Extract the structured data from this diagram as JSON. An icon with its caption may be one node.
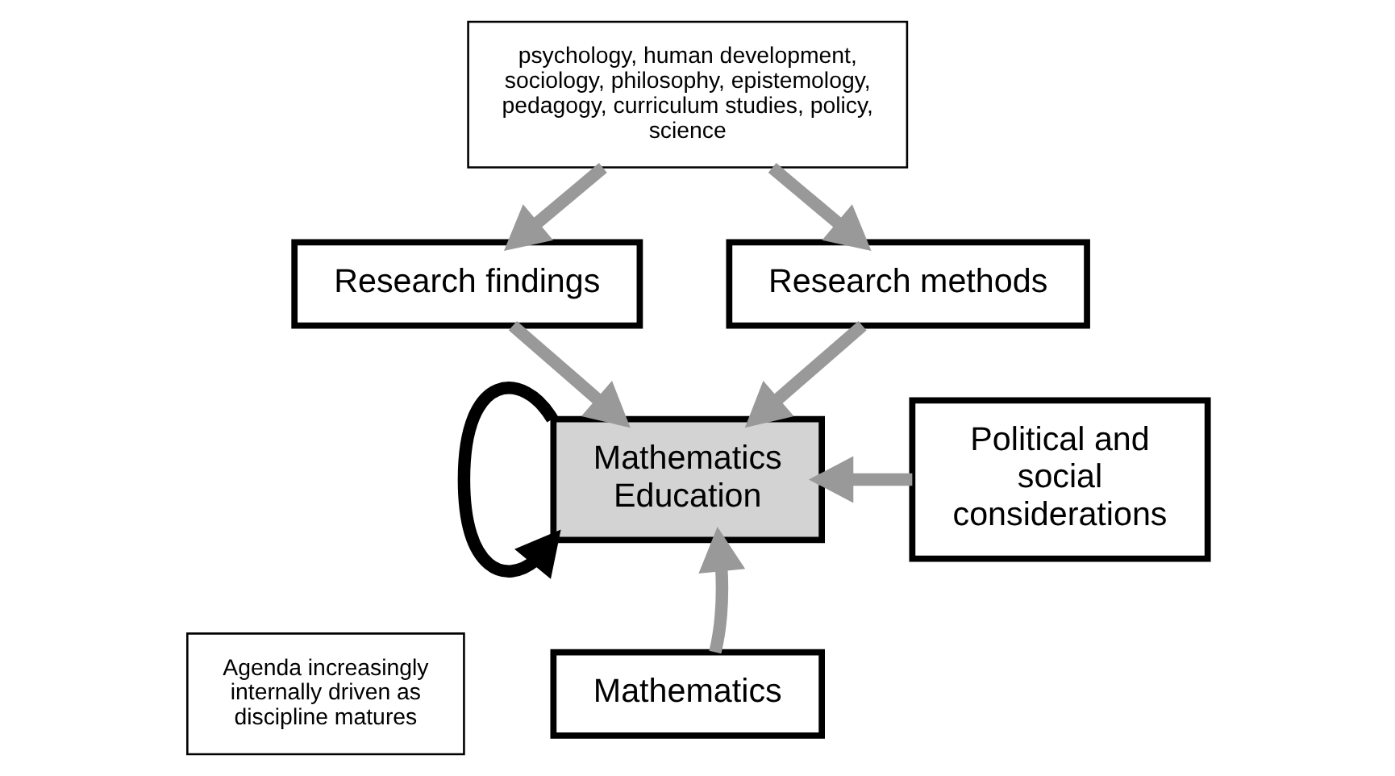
{
  "diagram": {
    "nodes": [
      {
        "text": [
          "psychology, human development, sociology, philosophy, epistemology, pedagogy, curriculum studies, policy, science"
        ]
      },
      {
        "text": [
          "Research findings"
        ]
      },
      {
        "text": [
          "Research methods"
        ]
      },
      {
        "text": [
          "Mathematics Education"
        ]
      },
      {
        "text": [
          "Political and social considerations"
        ]
      },
      {
        "text": [
          "Agenda increasingly internally driven as discipline matures"
        ]
      },
      {
        "text": [
          "Mathematics"
        ]
      }
    ],
    "edges": [
      {
        "from": 0,
        "to": 1,
        "arrow": "to"
      },
      {
        "from": 0,
        "to": 2,
        "arrow": "to"
      },
      {
        "from": 1,
        "to": 3,
        "arrow": "to"
      },
      {
        "from": 2,
        "to": 3,
        "arrow": "to"
      },
      {
        "from": 4,
        "to": 3,
        "arrow": "to"
      },
      {
        "from": 6,
        "to": 3,
        "arrow": "to"
      },
      {
        "from": 3,
        "to": 3,
        "arrow": "to",
        "color": "#000000"
      }
    ]
  }
}
